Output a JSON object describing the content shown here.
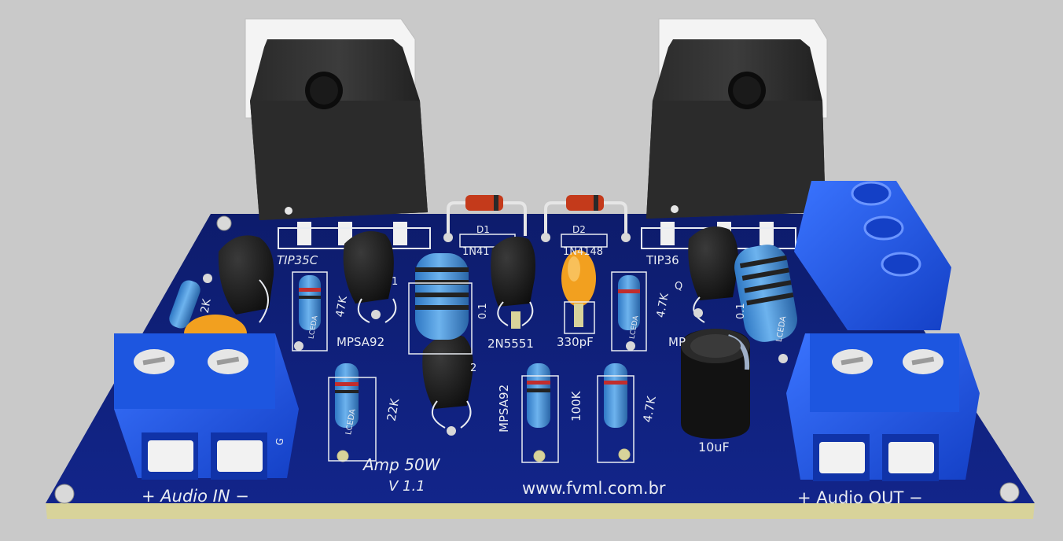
{
  "board": {
    "title_line1": "Amp 50W",
    "title_line2": "V 1.1",
    "website": "www.fvml.com.br",
    "audio_in": "+ Audio IN −",
    "audio_out": "+ Audio OUT −"
  },
  "labels": {
    "q_left_power": "TIP35C",
    "q_right_power": "TIP36",
    "d1_ref": "D1",
    "d1_part": "1N41",
    "d2_ref": "D2",
    "d2_part": "1N4148",
    "r_2k": "2K",
    "r_47k": "47K",
    "mpsa92_left": "MPSA92",
    "mpsa92_left_ref": "1",
    "r_01_left": "0.1",
    "q_2n5551": "2N5551",
    "c_330pf": "330pF",
    "r_47k_right": "4.7K",
    "q_right_ref": "Q",
    "mpsa92_right_partial": "MP",
    "r_01_right": "0.1",
    "r_22k": "22K",
    "q_center_ref": "2",
    "mpsa92_center": "MPSA92",
    "r_100k": "100K",
    "r_4_7k_bottom": "4.7K",
    "c_10uf": "10uF",
    "in_conn_small": "G"
  },
  "resistor_text": "LCEDA",
  "colors": {
    "background": "#c9c9c9",
    "pcb": "#0e1f78",
    "pcb_edge": "#d8d39a",
    "terminal_blue": "#1b57e8",
    "transistor": "#1c1c1c",
    "heatsink_tab": "#f2f2f2",
    "diode": "#c43a1b",
    "capacitor_orange": "#f2a01f",
    "silkscreen": "#e9ecf2",
    "resistor_body": "#3f8fd8"
  }
}
